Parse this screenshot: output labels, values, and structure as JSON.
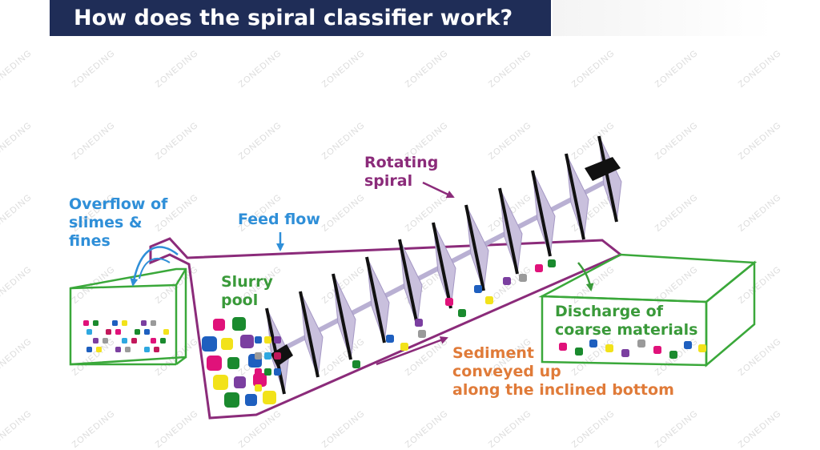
{
  "title": "How does the spiral classifier work?",
  "watermark": "ZONEDING",
  "labels": {
    "overflow": [
      "Overflow of",
      "slimes &",
      "fines"
    ],
    "feed_flow": "Feed flow",
    "rotating_spiral": [
      "Rotating",
      "spiral"
    ],
    "slurry_pool": [
      "Slurry",
      "pool"
    ],
    "discharge": [
      "Discharge of",
      "coarse materials"
    ],
    "sediment": [
      "Sediment",
      "conveyed up",
      "along the inclined bottom"
    ]
  },
  "colors": {
    "title_bg": "#1f2d57",
    "overflow_text": "#2f8fd8",
    "feed_text": "#2f8fd8",
    "spiral_text": "#8b2b7a",
    "slurry_text": "#3a9a3a",
    "discharge_text": "#3a9a3a",
    "sediment_text": "#e07b39",
    "tank_outline": "#8b2b7a",
    "box_outline": "#3aa83a",
    "blade_fill": "#c9c0dd"
  }
}
